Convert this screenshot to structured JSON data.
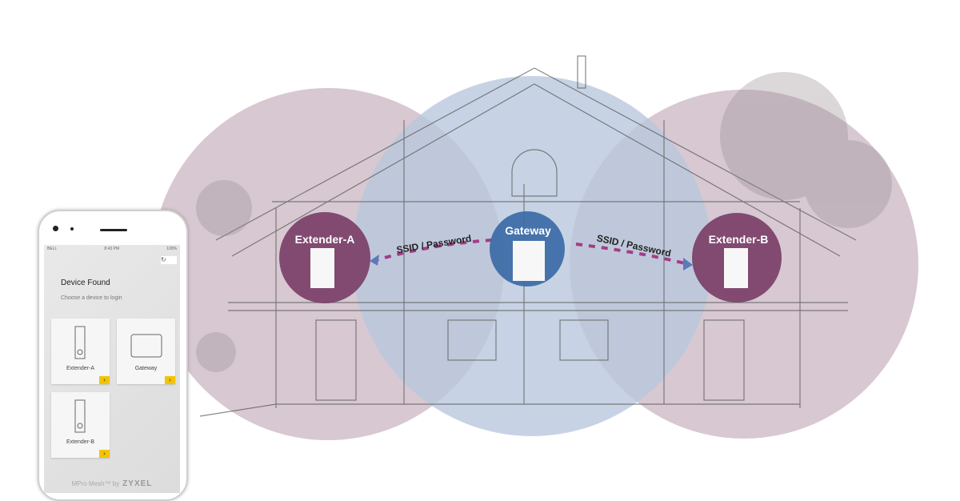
{
  "nodes": {
    "extender_a": "Extender-A",
    "gateway": "Gateway",
    "extender_b": "Extender-B"
  },
  "links": {
    "left": "SSID / Password",
    "right": "SSID / Password"
  },
  "colors": {
    "coverage_mauve": "#c9b6c3",
    "coverage_blue": "#b9c8dd",
    "extender_circle": "#7b3f68",
    "gateway_circle": "#3f6ea8",
    "accent_yellow": "#f3c400"
  },
  "phone": {
    "carrier": "BELL",
    "time": "8:43 PM",
    "battery": "100%",
    "refresh_icon": "refresh-icon",
    "title": "Device Found",
    "subtitle": "Choose a device to login",
    "devices": [
      {
        "label": "Extender-A"
      },
      {
        "label": "Gateway"
      },
      {
        "label": "Extender-B"
      }
    ],
    "app_name": "MPro Mesh™",
    "by": "by",
    "brand": "ZYXEL"
  }
}
